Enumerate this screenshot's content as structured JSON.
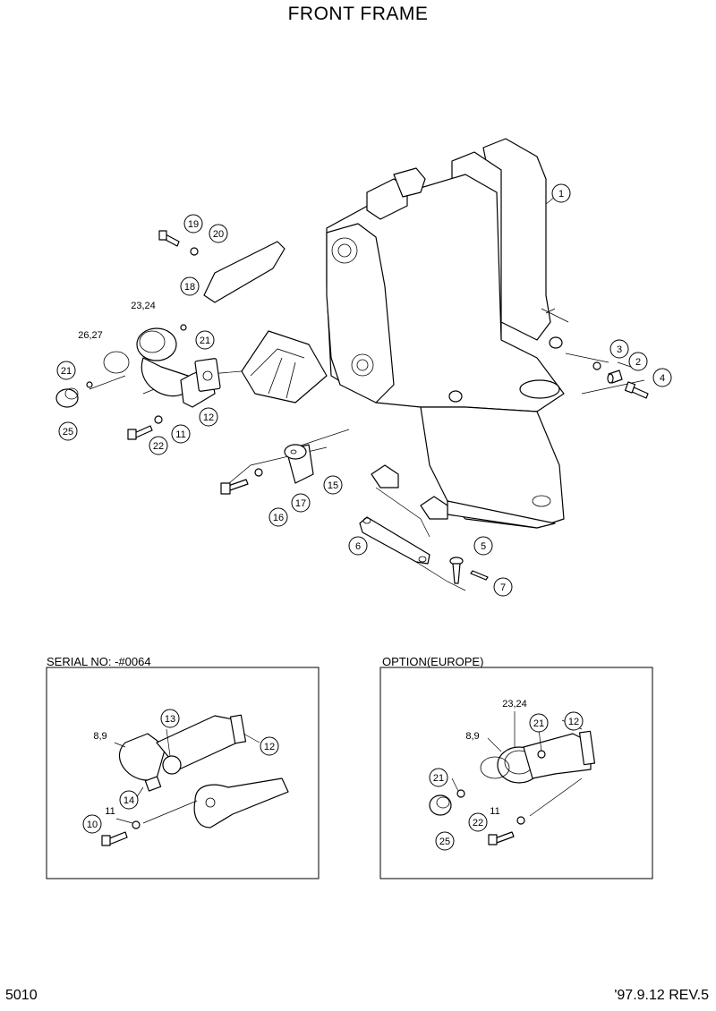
{
  "title": "FRONT FRAME",
  "insets": {
    "left": {
      "label": "SERIAL NO: -#0064"
    },
    "right": {
      "label": "OPTION(EUROPE)"
    }
  },
  "footer": {
    "page_number": "5010",
    "revision": "'97.9.12  REV.5"
  },
  "callouts": {
    "main": [
      "1",
      "2",
      "3",
      "4",
      "5",
      "6",
      "7",
      "11",
      "12",
      "15",
      "16",
      "17",
      "18",
      "19",
      "20",
      "21",
      "21",
      "22",
      "23,24",
      "25",
      "26,27"
    ],
    "left_inset": [
      "8,9",
      "10",
      "11",
      "12",
      "13",
      "14"
    ],
    "right_inset": [
      "8,9",
      "11",
      "12",
      "21",
      "21",
      "22",
      "23,24",
      "25"
    ]
  }
}
